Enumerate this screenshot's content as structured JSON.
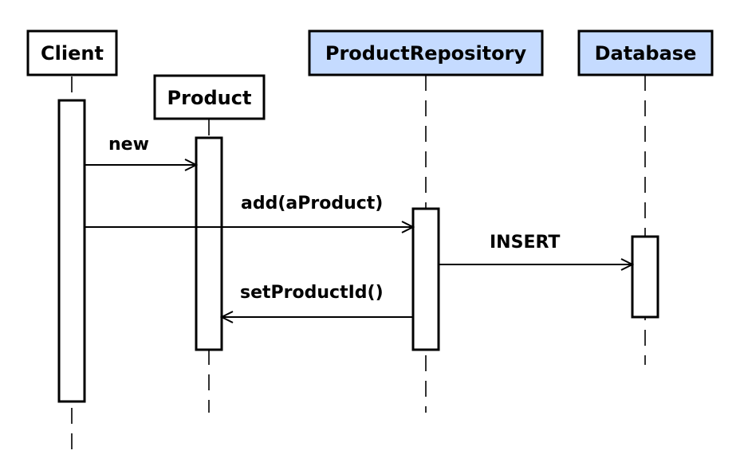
{
  "participants": {
    "client": {
      "label": "Client",
      "fill": "#ffffff"
    },
    "product": {
      "label": "Product",
      "fill": "#ffffff"
    },
    "repository": {
      "label": "ProductRepository",
      "fill": "#c5dbff"
    },
    "database": {
      "label": "Database",
      "fill": "#c5dbff"
    }
  },
  "messages": {
    "new": {
      "label": "new",
      "from": "Client",
      "to": "Product"
    },
    "add": {
      "label": "add(aProduct)",
      "from": "Client",
      "to": "ProductRepository"
    },
    "insert": {
      "label": "INSERT",
      "from": "ProductRepository",
      "to": "Database"
    },
    "set_id": {
      "label": "setProductId()",
      "from": "ProductRepository",
      "to": "Product"
    }
  }
}
